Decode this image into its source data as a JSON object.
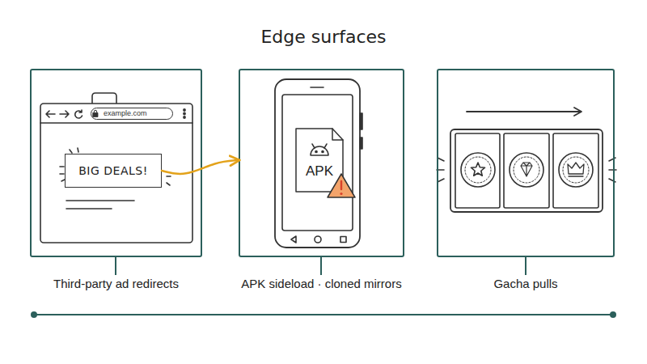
{
  "diagram": {
    "title": "Edge surfaces",
    "nodes": [
      {
        "text": [
          "Third-party ad redirects"
        ]
      },
      {
        "text": [
          "example.com"
        ],
        "in": 0
      },
      {
        "text": [
          "BIG DEALS!"
        ],
        "in": 0
      },
      {
        "text": [
          "APK sideload · cloned mirrors"
        ]
      },
      {
        "text": [
          "APK"
        ],
        "in": 3
      },
      {
        "text": [
          "Gacha pulls"
        ]
      }
    ],
    "edges": [
      {
        "from": 2,
        "to": 3,
        "arrow": "to"
      }
    ]
  }
}
